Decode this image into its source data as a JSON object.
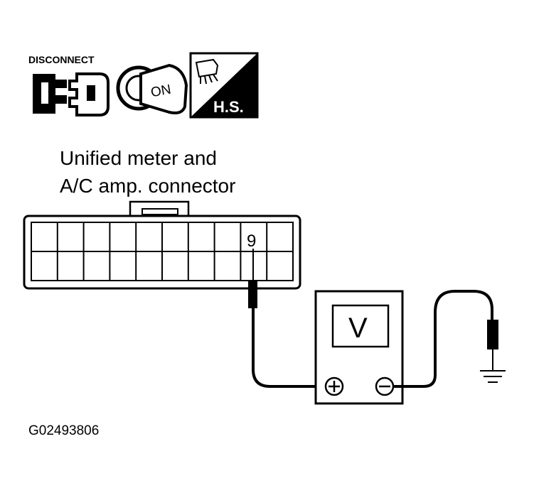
{
  "icons": {
    "disconnect_label": "DISCONNECT",
    "ignition_label": "ON",
    "hs_label": "H.S."
  },
  "connector": {
    "title_line1": "Unified meter and",
    "title_line2": "A/C amp. connector",
    "terminal": "9"
  },
  "meter": {
    "label": "V",
    "plus": "+",
    "minus": "−"
  },
  "figure_id": "G02493806"
}
